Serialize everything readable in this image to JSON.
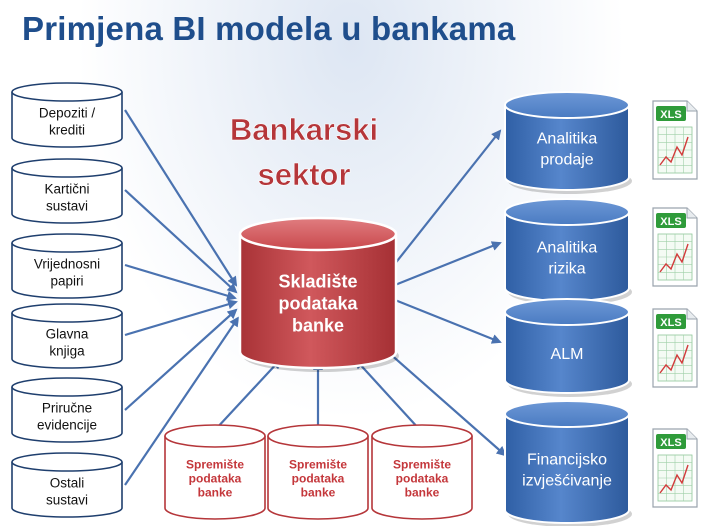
{
  "title": "Primjena BI modela u bankama",
  "sector_label": [
    "Bankarski",
    "sektor"
  ],
  "sources": [
    {
      "lines": [
        "Depoziti /",
        "krediti"
      ]
    },
    {
      "lines": [
        "Kartični",
        "sustavi"
      ]
    },
    {
      "lines": [
        "Vrijednosni",
        "papiri"
      ]
    },
    {
      "lines": [
        "Glavna",
        "knjiga"
      ]
    },
    {
      "lines": [
        "Priručne",
        "evidencije"
      ]
    },
    {
      "lines": [
        "Ostali",
        "sustavi"
      ]
    }
  ],
  "warehouse": {
    "lines": [
      "Skladište",
      "podataka",
      "banke"
    ]
  },
  "marts": [
    {
      "lines": [
        "Spremište",
        "podataka",
        "banke"
      ]
    },
    {
      "lines": [
        "Spremište",
        "podataka",
        "banke"
      ]
    },
    {
      "lines": [
        "Spremište",
        "podataka",
        "banke"
      ]
    }
  ],
  "outputs": [
    {
      "lines": [
        "Analitika",
        "prodaje"
      ],
      "file_label": "XLS"
    },
    {
      "lines": [
        "Analitika",
        "rizika"
      ],
      "file_label": "XLS"
    },
    {
      "lines": [
        "ALM"
      ],
      "file_label": "XLS"
    },
    {
      "lines": [
        "Financijsko",
        "izvješćivanje"
      ],
      "file_label": "XLS"
    }
  ],
  "colors": {
    "title": "#1f4e8c",
    "sector_label": "#b5363a",
    "source_stroke": "#1f3f6e",
    "arrow": "#4a72b0",
    "warehouse_fill": "#c4474b",
    "mart_stroke": "#b5363a",
    "output_fill": "#3f6fb5",
    "xls_badge": "#2f9b3a"
  },
  "icons": [
    "xls-file-icon"
  ]
}
